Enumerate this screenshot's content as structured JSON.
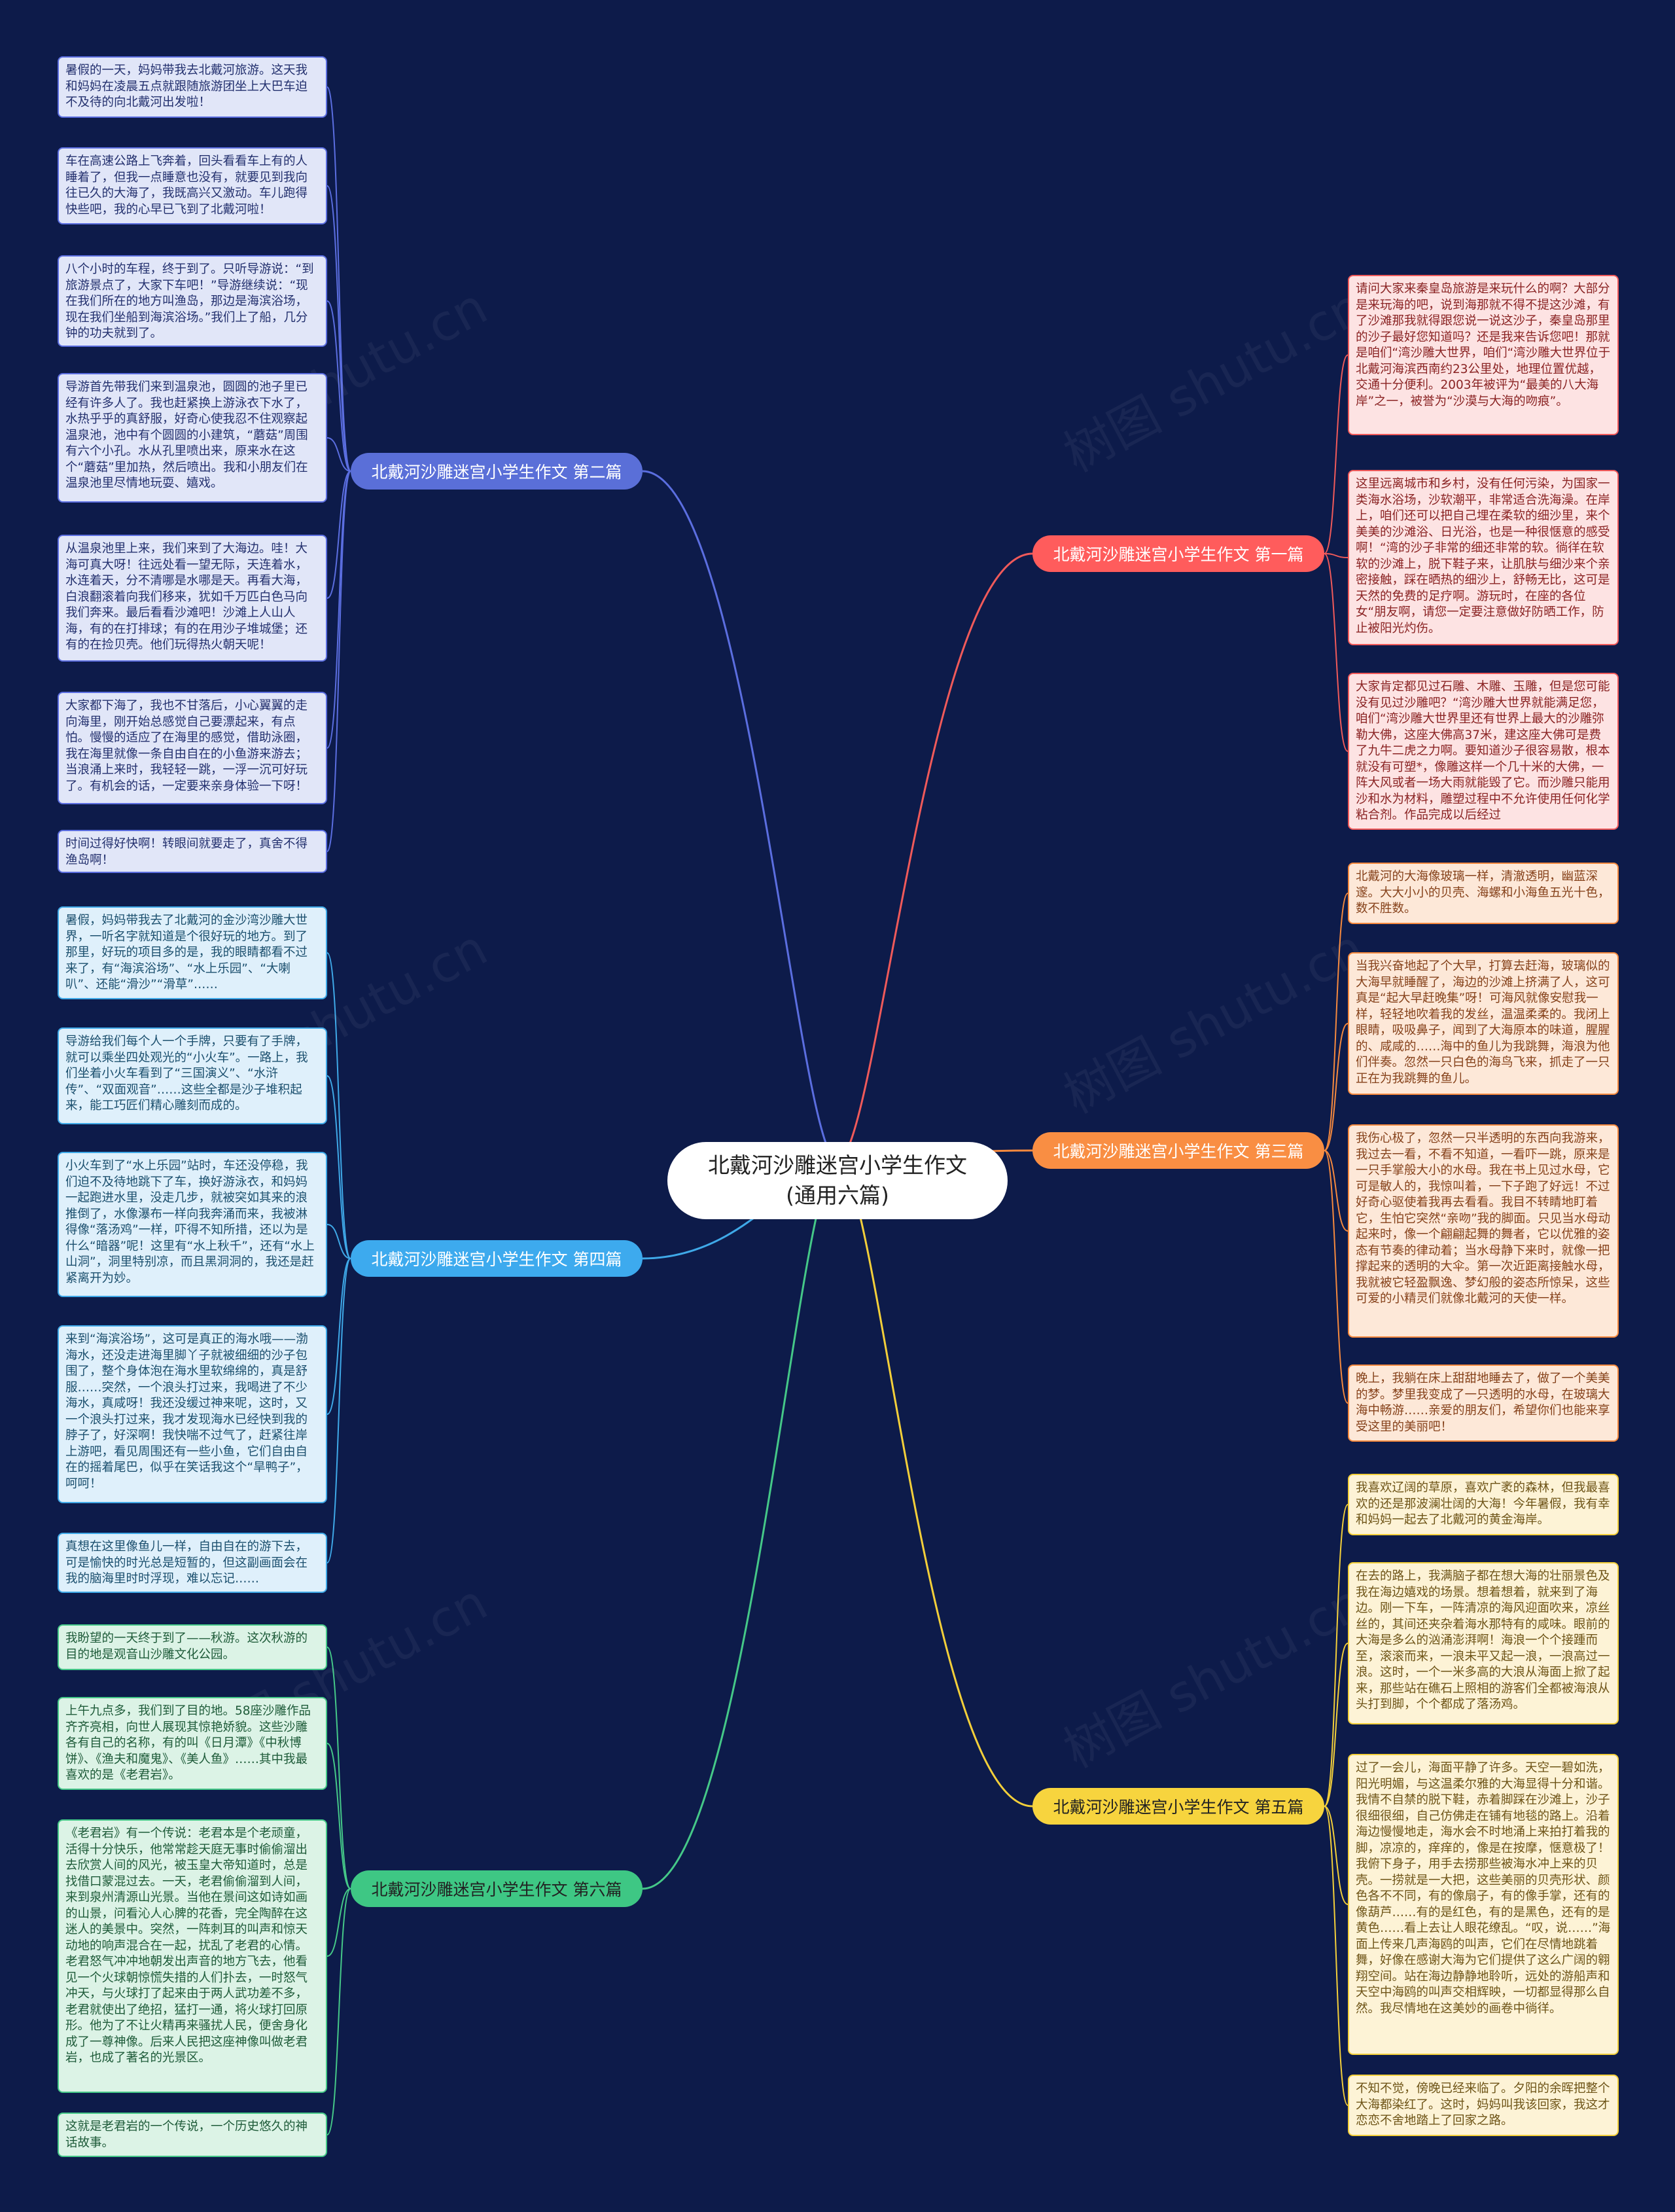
{
  "root": "北戴河沙雕迷宫小学生作文(通用六篇)",
  "watermark": "树图 shutu.cn",
  "branches": [
    {
      "label": "北戴河沙雕迷宫小学生作文 第一篇",
      "color": "#f05a5a",
      "bg": "#ff5c5c",
      "fg": "#ffffff",
      "leafBg": "#fde3e3",
      "leafText": "#8a2323",
      "leaves": [
        "请问大家来秦皇岛旅游是来玩什么的啊？大部分是来玩海的吧，说到海那就不得不提这沙滩，有了沙滩那我就得跟您说一说这沙子，秦皇岛那里的沙子最好您知道吗？还是我来告诉您吧！那就是咱们“湾沙雕大世界，咱们“湾沙雕大世界位于北戴河海滨西南约23公里处，地理位置优越，交通十分便利。2003年被评为“最美的八大海岸”之一，被誉为“沙漠与大海的吻痕”。",
        "这里远离城市和乡村，没有任何污染，为国家一类海水浴场，沙软潮平，非常适合洗海澡。在岸上，咱们还可以把自己埋在柔软的细沙里，来个美美的沙滩浴、日光浴，也是一种很惬意的感受啊！“湾的沙子非常的细还非常的软。徜徉在软软的沙滩上，脱下鞋子来，让肌肤与细沙来个亲密接触，踩在晒热的细沙上，舒畅无比，这可是天然的免费的足疗啊。游玩时，在座的各位女“朋友啊，请您一定要注意做好防晒工作，防止被阳光灼伤。",
        "大家肯定都见过石雕、木雕、玉雕，但是您可能没有见过沙雕吧？“湾沙雕大世界就能满足您，咱们“湾沙雕大世界里还有世界上最大的沙雕弥勒大佛，这座大佛高37米，建这座大佛可是费了九牛二虎之力啊。要知道沙子很容易散，根本就没有可塑*，像雕这样一个几十米的大佛，一阵大风或者一场大雨就能毁了它。而沙雕只能用沙和水为材料，雕塑过程中不允许使用任何化学粘合剂。作品完成以后经过"
      ]
    },
    {
      "label": "北戴河沙雕迷宫小学生作文 第二篇",
      "color": "#5b6ee0",
      "bg": "#5a6fd8",
      "fg": "#ffffff",
      "leafBg": "#e1e6f8",
      "leafText": "#23306e",
      "leaves": [
        "暑假的一天，妈妈带我去北戴河旅游。这天我和妈妈在凌晨五点就跟随旅游团坐上大巴车迫不及待的向北戴河出发啦！",
        "车在高速公路上飞奔着，回头看看车上有的人睡着了，但我一点睡意也没有，就要见到我向往已久的大海了，我既高兴又激动。车儿跑得快些吧，我的心早已飞到了北戴河啦！",
        "八个小时的车程，终于到了。只听导游说：“到旅游景点了，大家下车吧！”导游继续说：“现在我们所在的地方叫渔岛，那边是海滨浴场，现在我们坐船到海滨浴场。”我们上了船，几分钟的功夫就到了。",
        "导游首先带我们来到温泉池，圆圆的池子里已经有许多人了。我也赶紧换上游泳衣下水了，水热乎乎的真舒服，好奇心使我忍不住观察起温泉池，池中有个圆圆的小建筑，“蘑菇”周围有六个小孔。水从孔里喷出来，原来水在这个“蘑菇”里加热，然后喷出。我和小朋友们在温泉池里尽情地玩耍、嬉戏。",
        "从温泉池里上来，我们来到了大海边。哇！大海可真大呀！往远处看一望无际，天连着水，水连着天，分不清哪是水哪是天。再看大海，白浪翻滚着向我们移来，犹如千万匹白色马向我们奔来。最后看看沙滩吧！沙滩上人山人海，有的在打排球；有的在用沙子堆城堡；还有的在捡贝壳。他们玩得热火朝天呢！",
        "大家都下海了，我也不甘落后，小心翼翼的走向海里，刚开始总感觉自己要漂起来，有点怕。慢慢的适应了在海里的感觉，借助泳圈，我在海里就像一条自由自在的小鱼游来游去；当浪涌上来时，我轻轻一跳，一浮一沉可好玩了。有机会的话，一定要来亲身体验一下呀！",
        "时间过得好快啊！转眼间就要走了，真舍不得渔岛啊！"
      ]
    },
    {
      "label": "北戴河沙雕迷宫小学生作文 第三篇",
      "color": "#f5893e",
      "bg": "#f98e43",
      "fg": "#ffffff",
      "leafBg": "#fde8d8",
      "leafText": "#86421b",
      "leaves": [
        "北戴河的大海像玻璃一样，清澈透明，幽蓝深邃。大大小小的贝壳、海螺和小海鱼五光十色，数不胜数。",
        "当我兴奋地起了个大早，打算去赶海，玻璃似的大海早就睡醒了，海边的沙滩上挤满了人，这可真是“起大早赶晚集”呀！可海风就像安慰我一样，轻轻地吹着我的发丝，温温柔柔的。我闭上眼睛，吸吸鼻子，闻到了大海原本的味道，腥腥的、咸咸的……海中的鱼儿为我跳舞，海浪为他们伴奏。忽然一只白色的海鸟飞来，抓走了一只正在为我跳舞的鱼儿。",
        "我伤心极了，忽然一只半透明的东西向我游来，我过去一看，不看不知道，一看吓一跳，原来是一只手掌般大小的水母。我在书上见过水母，它可是敏人的，我惊叫着，一下子跑了好远！不过好奇心驱使着我再去看看。我目不转睛地盯着它，生怕它突然“亲吻”我的脚面。只见当水母动起来时，像一个翩翩起舞的舞者，它以优雅的姿态有节奏的律动着；当水母静下来时，就像一把撑起来的透明的大伞。第一次近距离接触水母，我就被它轻盈飘逸、梦幻般的姿态所惊呆，这些可爱的小精灵们就像北戴河的天使一样。",
        "晚上，我躺在床上甜甜地睡去了，做了一个美美的梦。梦里我变成了一只透明的水母，在玻璃大海中畅游……亲爱的朋友们，希望你们也能来享受这里的美丽吧！"
      ]
    },
    {
      "label": "北戴河沙雕迷宫小学生作文 第四篇",
      "color": "#3fa9e8",
      "bg": "#3daaee",
      "fg": "#ffffff",
      "leafBg": "#dff0fb",
      "leafText": "#1b4f6e",
      "leaves": [
        "暑假，妈妈带我去了北戴河的金沙湾沙雕大世界，一听名字就知道是个很好玩的地方。到了那里，好玩的项目多的是，我的眼睛都看不过来了，有“海滨浴场”、“水上乐园”、“大喇叭”、还能“滑沙”“滑草”……",
        "导游给我们每个人一个手牌，只要有了手牌，就可以乘坐四处观光的“小火车”。一路上，我们坐着小火车看到了“三国演义”、“水浒传”、“双面观音”……这些全都是沙子堆积起来，能工巧匠们精心雕刻而成的。",
        "小火车到了“水上乐园”站时，车还没停稳，我们迫不及待地跳下了车，换好游泳衣，和妈妈一起跑进水里，没走几步，就被突如其来的浪推倒了，水像瀑布一样向我奔涌而来，我被淋得像“落汤鸡”一样，吓得不知所措，还以为是什么“暗器”呢！这里有“水上秋千”，还有“水上山洞”，洞里特别凉，而且黑洞洞的，我还是赶紧离开为妙。",
        "来到“海滨浴场”，这可是真正的海水哦——渤海水，还没走进海里脚丫子就被细细的沙子包围了，整个身体泡在海水里软绵绵的，真是舒服……突然，一个浪头打过来，我喝进了不少海水，真咸呀！我还没缓过神来呢，这时，又一个浪头打过来，我才发现海水已经快到我的脖子了，好深啊！我快喘不过气了，赶紧往岸上游吧，看见周围还有一些小鱼，它们自由自在的摇着尾巴，似乎在笑话我这个“旱鸭子”，呵呵！",
        "真想在这里像鱼儿一样，自由自在的游下去，可是愉快的时光总是短暂的，但这副画面会在我的脑海里时时浮现，难以忘记……"
      ]
    },
    {
      "label": "北戴河沙雕迷宫小学生作文 第五篇",
      "color": "#f3cf3a",
      "bg": "#f7d43e",
      "fg": "#222222",
      "leafBg": "#fdf3d6",
      "leafText": "#6e5417",
      "leaves": [
        "我喜欢辽阔的草原，喜欢广袤的森林，但我最喜欢的还是那波澜壮阔的大海！今年暑假，我有幸和妈妈一起去了北戴河的黄金海岸。",
        "在去的路上，我满脑子都在想大海的壮丽景色及我在海边嬉戏的场景。想着想着，就来到了海边。刚一下车，一阵清凉的海风迎面吹来，凉丝丝的，其间还夹杂着海水那特有的咸味。眼前的大海是多么的汹涌澎湃啊！海浪一个个接踵而至，滚滚而来，一浪未平又起一浪，一浪高过一浪。这时，一个一米多高的大浪从海面上掀了起来，那些站在礁石上照相的游客们全都被海浪从头打到脚，个个都成了落汤鸡。",
        "过了一会儿，海面平静了许多。天空一碧如洗，阳光明媚，与这温柔尔雅的大海显得十分和谐。我情不自禁的脱下鞋，赤着脚踩在沙滩上，沙子很细很细，自己仿佛走在铺有地毯的路上。沿着海边慢慢地走，海水会不时地涌上来拍打着我的脚，凉凉的，痒痒的，像是在按摩，惬意极了！我俯下身子，用手去捞那些被海水冲上来的贝壳。一捞就是一大把，这些美丽的贝壳形状、颜色各不不同，有的像扇子，有的像手掌，还有的像葫芦……有的是红色，有的是黑色，还有的是黄色……看上去让人眼花缭乱。“叹，说……”海面上传来几声海鸥的叫声，它们在尽情地跳着舞，好像在感谢大海为它们提供了这么广阔的翱翔空间。站在海边静静地聆听，远处的游船声和天空中海鸥的叫声交相辉映，一切都显得那么自然。我尽情地在这美妙的画卷中徜徉。",
        "不知不觉，傍晚已经来临了。夕阳的余晖把整个大海都染红了。这时，妈妈叫我该回家，我这才恋恋不舍地踏上了回家之路。"
      ]
    },
    {
      "label": "北戴河沙雕迷宫小学生作文 第六篇",
      "color": "#45c888",
      "bg": "#3ec784",
      "fg": "#222222",
      "leafBg": "#dcf3e6",
      "leafText": "#1e5b39",
      "leaves": [
        "我盼望的一天终于到了——秋游。这次秋游的目的地是观音山沙雕文化公园。",
        "上午九点多，我们到了目的地。58座沙雕作品齐齐亮相，向世人展现其惊艳娇貌。这些沙雕各有自己的名称，有的叫《日月潭》《中秋博饼》、《渔夫和魔鬼》、《美人鱼》……其中我最喜欢的是《老君岩》。",
        "《老君岩》有一个传说：老君本是个老顽童，活得十分快乐，他常常趁天庭无事时偷偷溜出去欣赏人间的风光，被玉皇大帝知道时，总是找借口蒙混过去。一天，老君偷偷溜到人间，来到泉州清源山光景。当他在景间这如诗如画的山景，问看沁人心脾的花香，完全陶醉在这迷人的美景中。突然，一阵刺耳的叫声和惊天动地的响声混合在一起，扰乱了老君的心情。老君怒气冲冲地朝发出声音的地方飞去，他看见一个火球朝惊慌失措的人们扑去，一时怒气冲天，与火球打了起来由于两人武功差不多，老君就使出了绝招，猛打一通，将火球打回原形。他为了不让火精再来骚扰人民，便舍身化成了一尊神像。后来人民把这座神像叫做老君岩，也成了著名的光景区。",
        "这就是老君岩的一个传说，一个历史悠久的神话故事。"
      ]
    }
  ]
}
